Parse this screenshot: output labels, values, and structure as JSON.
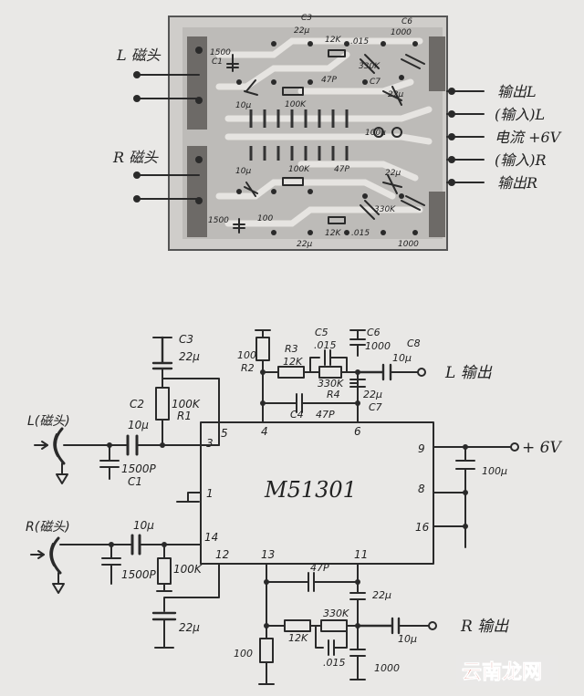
{
  "pcb": {
    "heads": {
      "left": "L 磁头",
      "right": "R 磁头"
    },
    "terminals": [
      "输出L",
      "(输入)L",
      "电流 +6V",
      "(输入)R",
      "输出R"
    ],
    "parts": {
      "c3": "C3",
      "v22u_top": "22μ",
      "r12k_top": "12K",
      "v015_top": ".015",
      "v1000_top": "1000",
      "c6": "C6",
      "v1500_top": "1500",
      "c1": "C1",
      "v330k_top": "330K",
      "v47p_top": "47P",
      "c7": "C7",
      "v22u_mid": "22μ",
      "v10u_top": "10μ",
      "v100k_top": "100K",
      "v100u_pcb": "100μ",
      "v10u_bot": "10μ",
      "v100k_bot": "100K",
      "v47p_bot": "47P",
      "v22u_bot": "22μ",
      "v1500_bot": "1500",
      "v100_bot": "100",
      "v330k_bot": "330K",
      "v22u_low": "22μ",
      "v12k_bot": "12K",
      "v015_bot": ".015",
      "v1000_bot": "1000"
    }
  },
  "schematic": {
    "ic_name": "M51301",
    "pins": {
      "p1": "1",
      "p3": "3",
      "p4": "4",
      "p5": "5",
      "p6": "6",
      "p8": "8",
      "p9": "9",
      "p11": "11",
      "p12": "12",
      "p13": "13",
      "p14": "14",
      "p16": "16"
    },
    "heads": {
      "left": "L(磁头)",
      "right": "R(磁头)"
    },
    "outputs": {
      "left": "L 输出",
      "right": "R 输出"
    },
    "supply": "+ 6V",
    "labels": {
      "c3": "C3",
      "c3_val": "22μ",
      "c2": "C2",
      "c2_val": "10μ",
      "r1_val": "100K",
      "r1": "R1",
      "c1_val": "1500P",
      "c1": "C1",
      "r2_val": "100",
      "r2": "R2",
      "r3": "R3",
      "r3_val": "12K",
      "c5": "C5",
      "c5_val": ".015",
      "c6": "C6",
      "c6_val": "1000",
      "c8": "C8",
      "c8_val": "10μ",
      "r4_val": "330K",
      "r4": "R4",
      "c7_val": "22μ",
      "c7": "C7",
      "c4": "C4",
      "c4_val": "47P",
      "c100u": "100μ",
      "r_c10u": "10μ",
      "r_c1500": "1500P",
      "r_r100k": "100K",
      "r_c22u": "22μ",
      "r_c47p": "47P",
      "r_c22u_b": "22μ",
      "r_r330k": "330K",
      "r_r12k": "12K",
      "r_out10u": "10μ",
      "r_r100": "100",
      "r_c015": ".015",
      "r_c1000": "1000"
    }
  },
  "watermark": "云南龙网"
}
